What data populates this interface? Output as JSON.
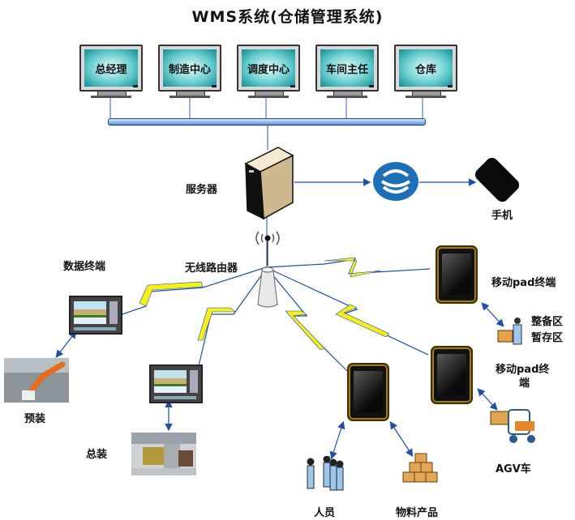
{
  "title": "WMS系统(仓储管理系统)",
  "top_terminals": [
    {
      "label": "总经理"
    },
    {
      "label": "制造中心"
    },
    {
      "label": "调度中心"
    },
    {
      "label": "车间主任"
    },
    {
      "label": "仓库"
    }
  ],
  "server": {
    "label": "服务器"
  },
  "mobile_network": {
    "icon": "china-mobile-logo"
  },
  "phone": {
    "label": "手机"
  },
  "router": {
    "label": "无线路由器"
  },
  "data_terminal": {
    "label": "数据终端"
  },
  "pre_assembly": {
    "label": "预装"
  },
  "final_assembly": {
    "label": "总装"
  },
  "pad_terminal_1": {
    "label": "移动pad终端"
  },
  "staging_area": {
    "line1": "整备区",
    "line2": "暂存区"
  },
  "pad_terminal_2": {
    "line1": "移动pad终",
    "line2": "端"
  },
  "agv": {
    "label": "AGV车"
  },
  "personnel": {
    "label": "人员"
  },
  "materials": {
    "label": "物料产品"
  },
  "colors": {
    "link_blue": "#1f4fa8",
    "bolt_yellow": "#f5ef1a",
    "screen_teal": "#2aa6ab"
  }
}
